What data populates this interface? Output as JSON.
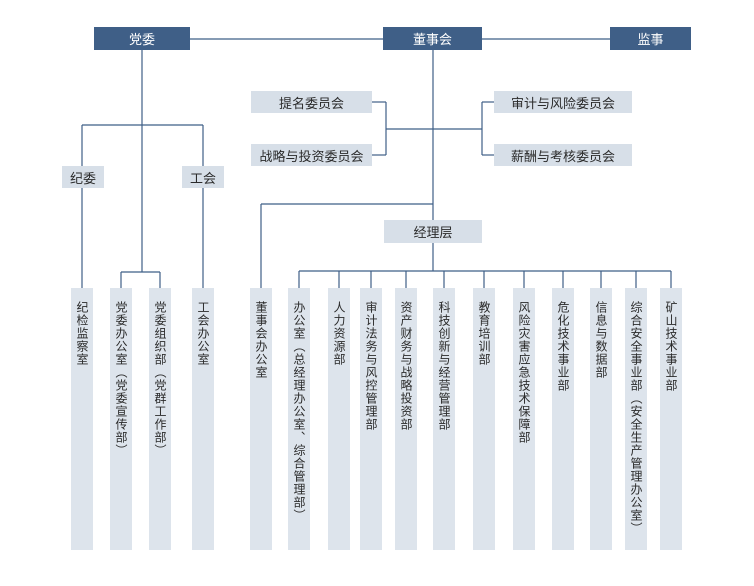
{
  "top": {
    "party_committee": "党委",
    "board": "董事会",
    "supervisor": "监事"
  },
  "committees": {
    "nomination": "提名委员会",
    "strategy_investment": "战略与投资委员会",
    "audit_risk": "审计与风险委员会",
    "compensation": "薪酬与考核委员会"
  },
  "party_units": {
    "discipline": "纪委",
    "union": "工会"
  },
  "management": "经理层",
  "departments": [
    "纪检监察室",
    "党委办公室（党委宣传部）",
    "党委组织部（党群工作部）",
    "工会办公室",
    "董事会办公室",
    "办公室（总经理办公室、综合管理部）",
    "人力资源部",
    "审计法务与风控管理部",
    "资产财务与战略投资部",
    "科技创新与经营管理部",
    "教育培训部",
    "风险灾害应急技术保障部",
    "危化技术事业部",
    "信息与数据部",
    "综合安全事业部（安全生产管理办公室）",
    "矿山技术事业部"
  ],
  "colors": {
    "dark_box": "#3f5f87",
    "light_box": "#d7dfe8",
    "column": "#dde4ec",
    "line": "#3f5f87"
  }
}
